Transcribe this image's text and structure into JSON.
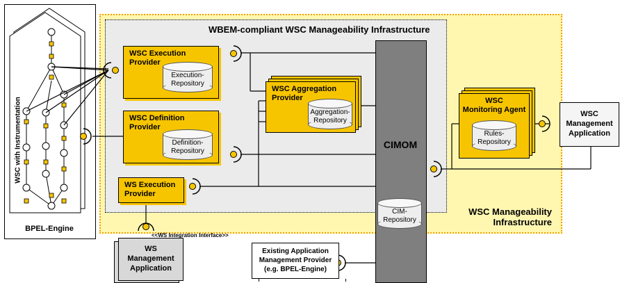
{
  "infrastructure": {
    "outer_label_line1": "WSC Manageability",
    "outer_label_line2": "Infrastructure",
    "inner_label": "WBEM-compliant WSC Manageability Infrastructure"
  },
  "engine": {
    "label": "BPEL-Engine",
    "wsc_label": "WSC with Instrumentation"
  },
  "providers": {
    "execution": {
      "title_line1": "WSC Execution",
      "title_line2": "Provider",
      "repo_line1": "Execution-",
      "repo_line2": "Repository"
    },
    "definition": {
      "title_line1": "WSC Definition",
      "title_line2": "Provider",
      "repo_line1": "Definition-",
      "repo_line2": "Repository"
    },
    "aggregation": {
      "title_line1": "WSC Aggregation",
      "title_line2": "Provider",
      "repo_line1": "Aggregation-",
      "repo_line2": "Repository"
    },
    "ws_execution": {
      "title_line1": "WS Execution",
      "title_line2": "Provider"
    }
  },
  "cimom": {
    "label": "CIMOM",
    "repo_line1": "CIM-",
    "repo_line2": "Repository"
  },
  "monitoring_agent": {
    "title_line1": "WSC",
    "title_line2": "Monitoring Agent",
    "repo_line1": "Rules-",
    "repo_line2": "Repository"
  },
  "wsc_mgmt_app": {
    "line1": "WSC",
    "line2": "Management",
    "line3": "Application"
  },
  "ws_mgmt_app": {
    "line1": "WS",
    "line2": "Management",
    "line3": "Application"
  },
  "ws_integration_interface": "<<WS Integration Interface>>",
  "existing_provider": {
    "line1": "Existing Application",
    "line2": "Management Provider",
    "line3": "(e.g. BPEL-Engine)"
  }
}
